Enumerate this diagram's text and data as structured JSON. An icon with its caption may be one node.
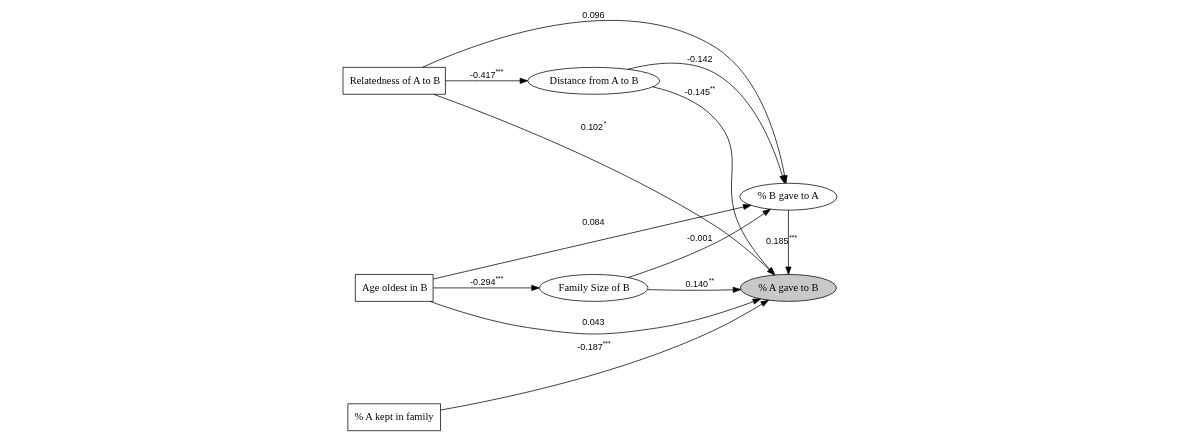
{
  "diagram": {
    "nodes": [
      {
        "text": [
          "% B gave to A"
        ]
      },
      {
        "text": [
          "Age oldest in B"
        ]
      },
      {
        "text": [
          "Family Size of B"
        ]
      },
      {
        "text": [
          "Distance from A to B"
        ]
      },
      {
        "text": [
          "Relatedness of A to B"
        ]
      },
      {
        "text": [
          "% A kept in family"
        ]
      },
      {
        "text": [
          "% A gave to B"
        ]
      }
    ],
    "edges": [
      {
        "from": 1,
        "to": 0,
        "arrow": "to",
        "label": "0.084"
      },
      {
        "from": 1,
        "to": 2,
        "arrow": "to",
        "label": "-0.294$^{***}$"
      },
      {
        "from": 2,
        "to": 0,
        "arrow": "to",
        "label": "-0.001"
      },
      {
        "from": 1,
        "to": 6,
        "arrow": "to",
        "label": "0.043"
      },
      {
        "from": 2,
        "to": 6,
        "arrow": "to",
        "label": "0.140$^{**}$"
      },
      {
        "from": 0,
        "to": 6,
        "arrow": "to",
        "label": "0.185$^{***}$"
      },
      {
        "from": 3,
        "to": 0,
        "arrow": "to",
        "label": "-0.142"
      },
      {
        "from": 4,
        "to": 3,
        "arrow": "to",
        "label": "-0.417$^{***}$"
      },
      {
        "from": 4,
        "to": 0,
        "arrow": "to",
        "label": "0.096"
      },
      {
        "from": 3,
        "to": 6,
        "arrow": "to",
        "label": "-0.145$^{**}$"
      },
      {
        "from": 4,
        "to": 6,
        "arrow": "to",
        "label": "0.102$^{*}$"
      },
      {
        "from": 5,
        "to": 6,
        "arrow": "to",
        "label": "-0.187$^{***}$"
      }
    ]
  }
}
